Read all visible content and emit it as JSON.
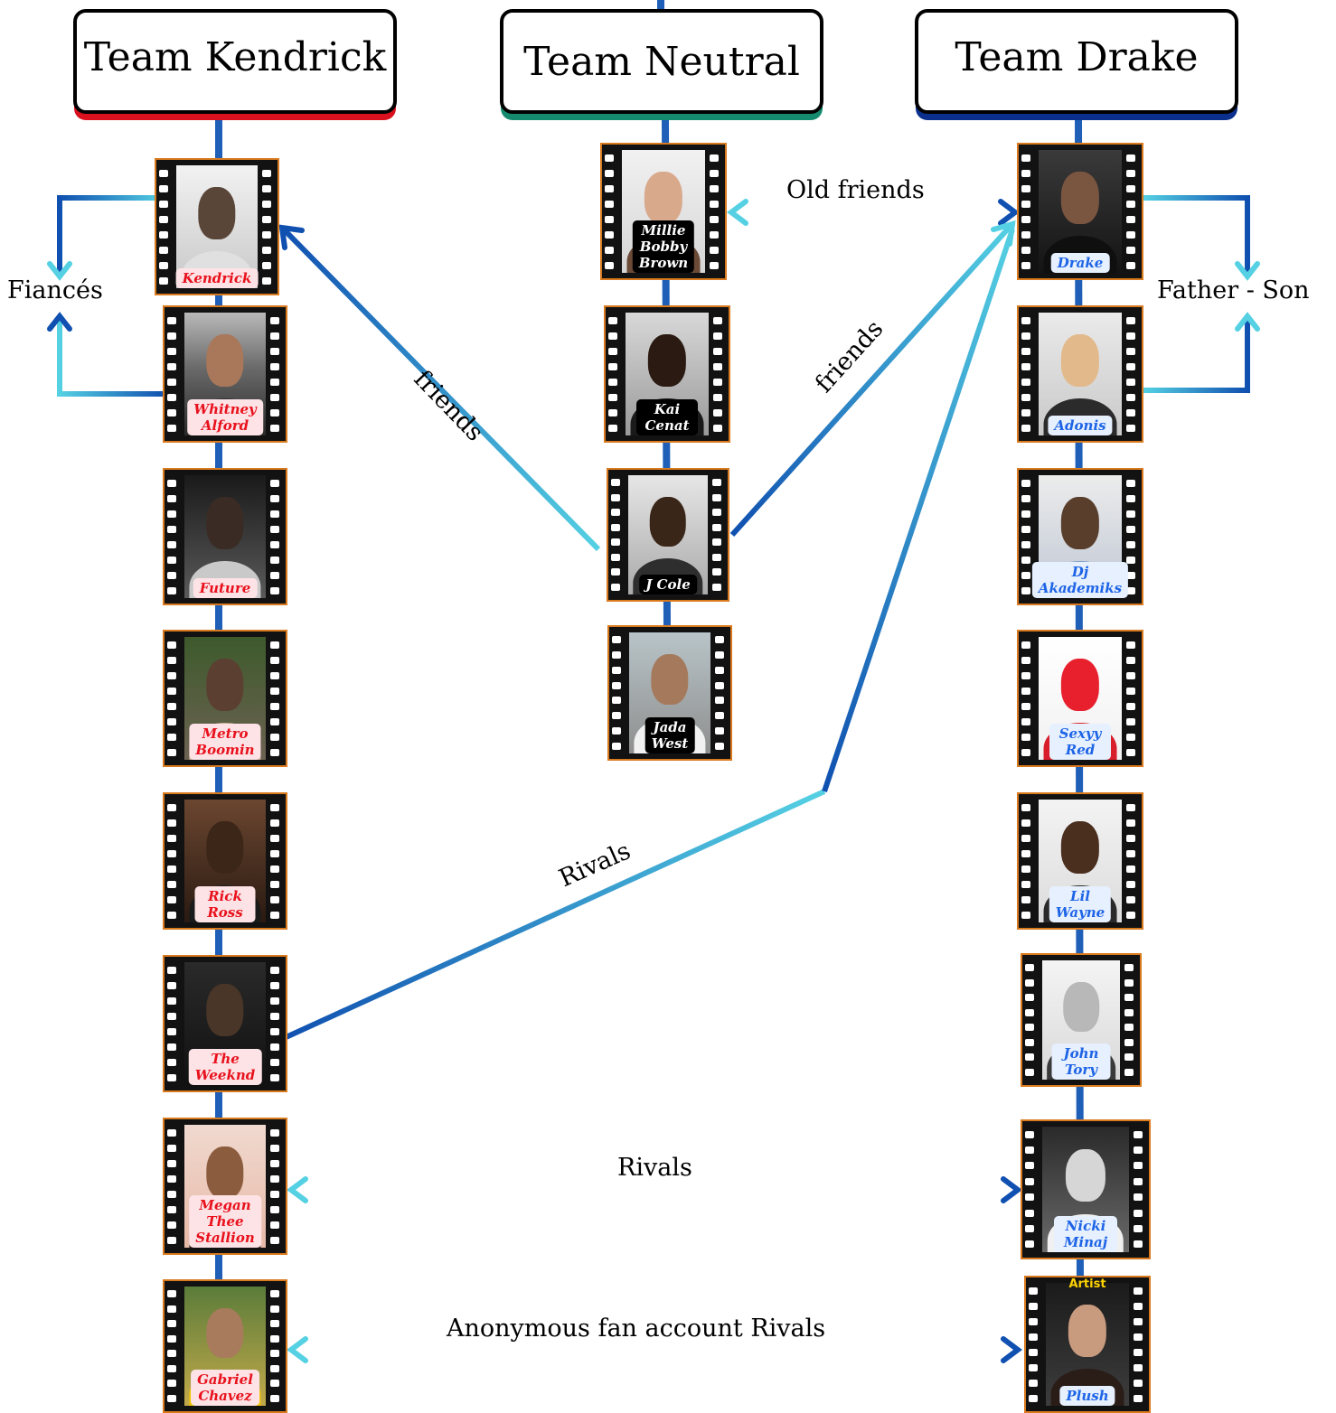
{
  "colors": {
    "kendrick": "#d9101d",
    "neutral": "#168a6e",
    "drake": "#0a2f8c",
    "connector": "#1f5fb8",
    "arrow_light": "#55d1e3",
    "arrow_dark": "#1050b0"
  },
  "teams": {
    "kendrick": {
      "title": "Team Kendrick"
    },
    "neutral": {
      "title": "Team Neutral"
    },
    "drake": {
      "title": "Team Drake"
    }
  },
  "people": {
    "kendrick": {
      "name": "Kendrick",
      "team": "kendrick"
    },
    "whitney": {
      "name": "Whitney\nAlford",
      "team": "kendrick"
    },
    "future": {
      "name": "Future",
      "team": "kendrick"
    },
    "metro": {
      "name": "Metro\nBoomin",
      "team": "kendrick"
    },
    "rickross": {
      "name": "Rick Ross",
      "team": "kendrick"
    },
    "weeknd": {
      "name": "The Weeknd",
      "team": "kendrick"
    },
    "megan": {
      "name": "Megan Thee\nStallion",
      "team": "kendrick"
    },
    "gabriel": {
      "name": "Gabriel\nChavez",
      "team": "kendrick"
    },
    "millie": {
      "name": "Millie Bobby\nBrown",
      "team": "neutral"
    },
    "kai": {
      "name": "Kai Cenat",
      "team": "neutral"
    },
    "jcole": {
      "name": "J Cole",
      "team": "neutral"
    },
    "jada": {
      "name": "Jada\nWest",
      "team": "neutral"
    },
    "drake": {
      "name": "Drake",
      "team": "drake"
    },
    "adonis": {
      "name": "Adonis",
      "team": "drake"
    },
    "akademiks": {
      "name": "Dj\nAkademiks",
      "team": "drake"
    },
    "sexyy": {
      "name": "Sexyy Red",
      "team": "drake"
    },
    "lilwayne": {
      "name": "Lil Wayne",
      "team": "drake"
    },
    "johntory": {
      "name": "John Tory",
      "team": "drake"
    },
    "nicki": {
      "name": "Nicki Minaj",
      "team": "drake"
    },
    "plush": {
      "name": "Plush",
      "team": "drake",
      "badge": "Artist"
    }
  },
  "relationships": {
    "fiances": {
      "label": "Fiancés",
      "from": "kendrick",
      "to": "whitney"
    },
    "father_son": {
      "label": "Father - Son",
      "from": "drake",
      "to": "adonis"
    },
    "old_friends": {
      "label": "Old friends",
      "from": "millie",
      "to": "drake"
    },
    "friends_kendrick": {
      "label": "friends",
      "from": "jcole",
      "to": "kendrick"
    },
    "friends_drake": {
      "label": "friends",
      "from": "jcole",
      "to": "drake"
    },
    "rivals_weeknd": {
      "label": "Rivals",
      "from": "weeknd",
      "to": "drake"
    },
    "rivals_megan": {
      "label": "Rivals",
      "from": "megan",
      "to": "nicki"
    },
    "rivals_anon": {
      "label": "Anonymous fan account Rivals",
      "from": "gabriel",
      "to": "plush"
    }
  }
}
